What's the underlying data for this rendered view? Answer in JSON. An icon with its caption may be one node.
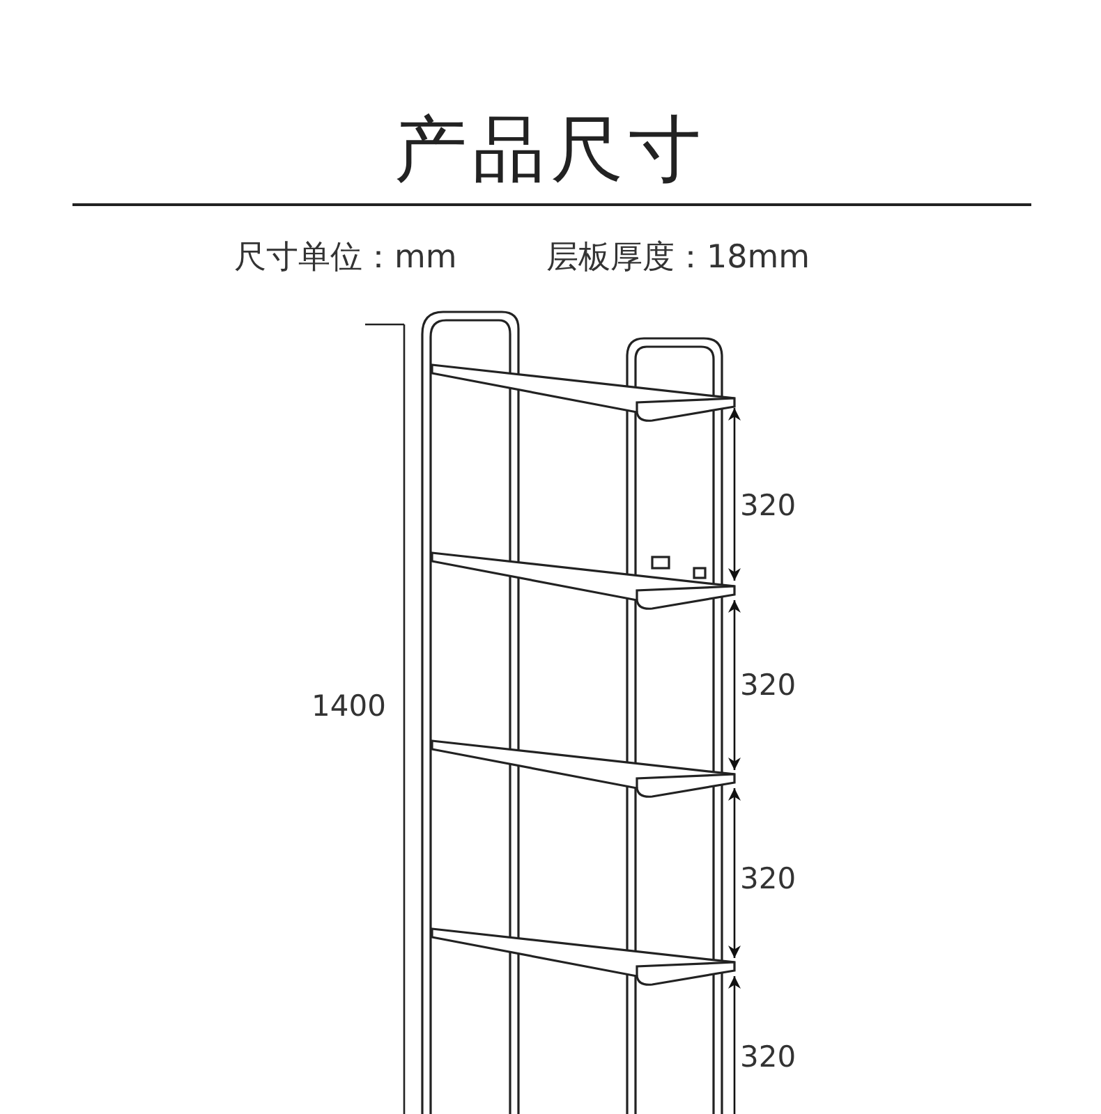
{
  "diagram": {
    "title": "产品尺寸",
    "labels": [
      "尺寸单位：mm",
      "层板厚度：18mm",
      "1400",
      "320",
      "320",
      "320",
      "320"
    ]
  }
}
